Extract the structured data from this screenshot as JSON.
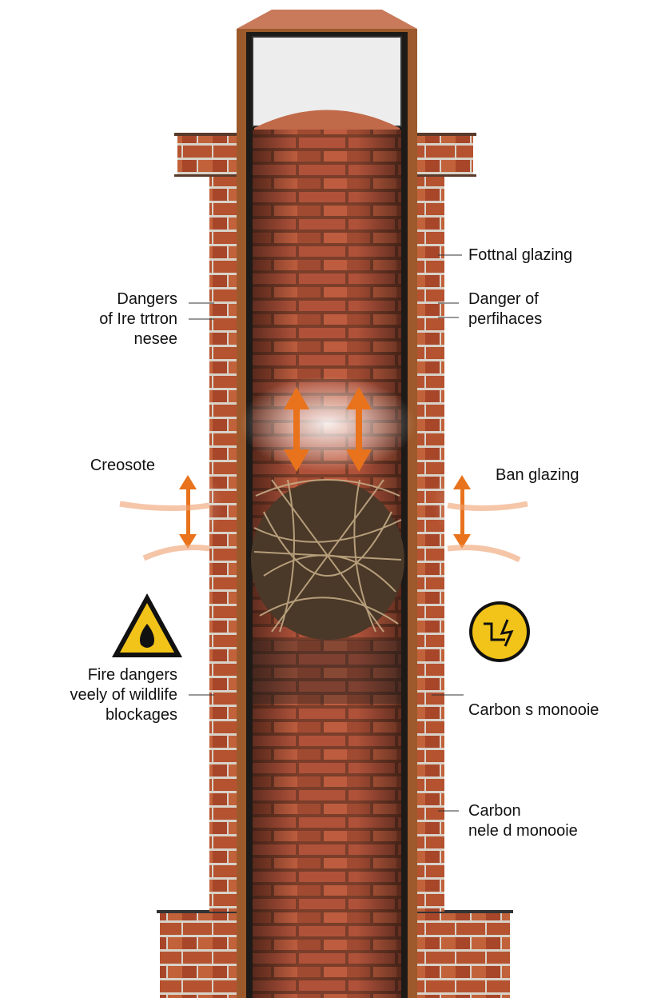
{
  "title": "Chimney cross-section hazards",
  "labels": {
    "fottnal_glazing": "Fottnal glazing",
    "dangers_left": [
      "Dangers",
      "of Ire trtron",
      "nesee"
    ],
    "danger_right": [
      "Danger of",
      "perfihaces"
    ],
    "creosote": "Creosote",
    "ban_glazing": "Ban glazing",
    "fire_dangers": [
      "Fire dangers",
      "veely of wildlife",
      "blockages"
    ],
    "carbon_1": "Carbon s monooie",
    "carbon_2": [
      "Carbon",
      "nele d monooie"
    ]
  },
  "icons": {
    "fire_warning": "fire-warning-triangle-icon",
    "electric_hazard": "electric-hazard-circle-icon"
  },
  "colors": {
    "brick": "#b5522f",
    "mortar": "#d9d4cc",
    "frame": "#9c5a2c",
    "arrow": "#e8731c",
    "warning_yellow": "#f2c318"
  }
}
